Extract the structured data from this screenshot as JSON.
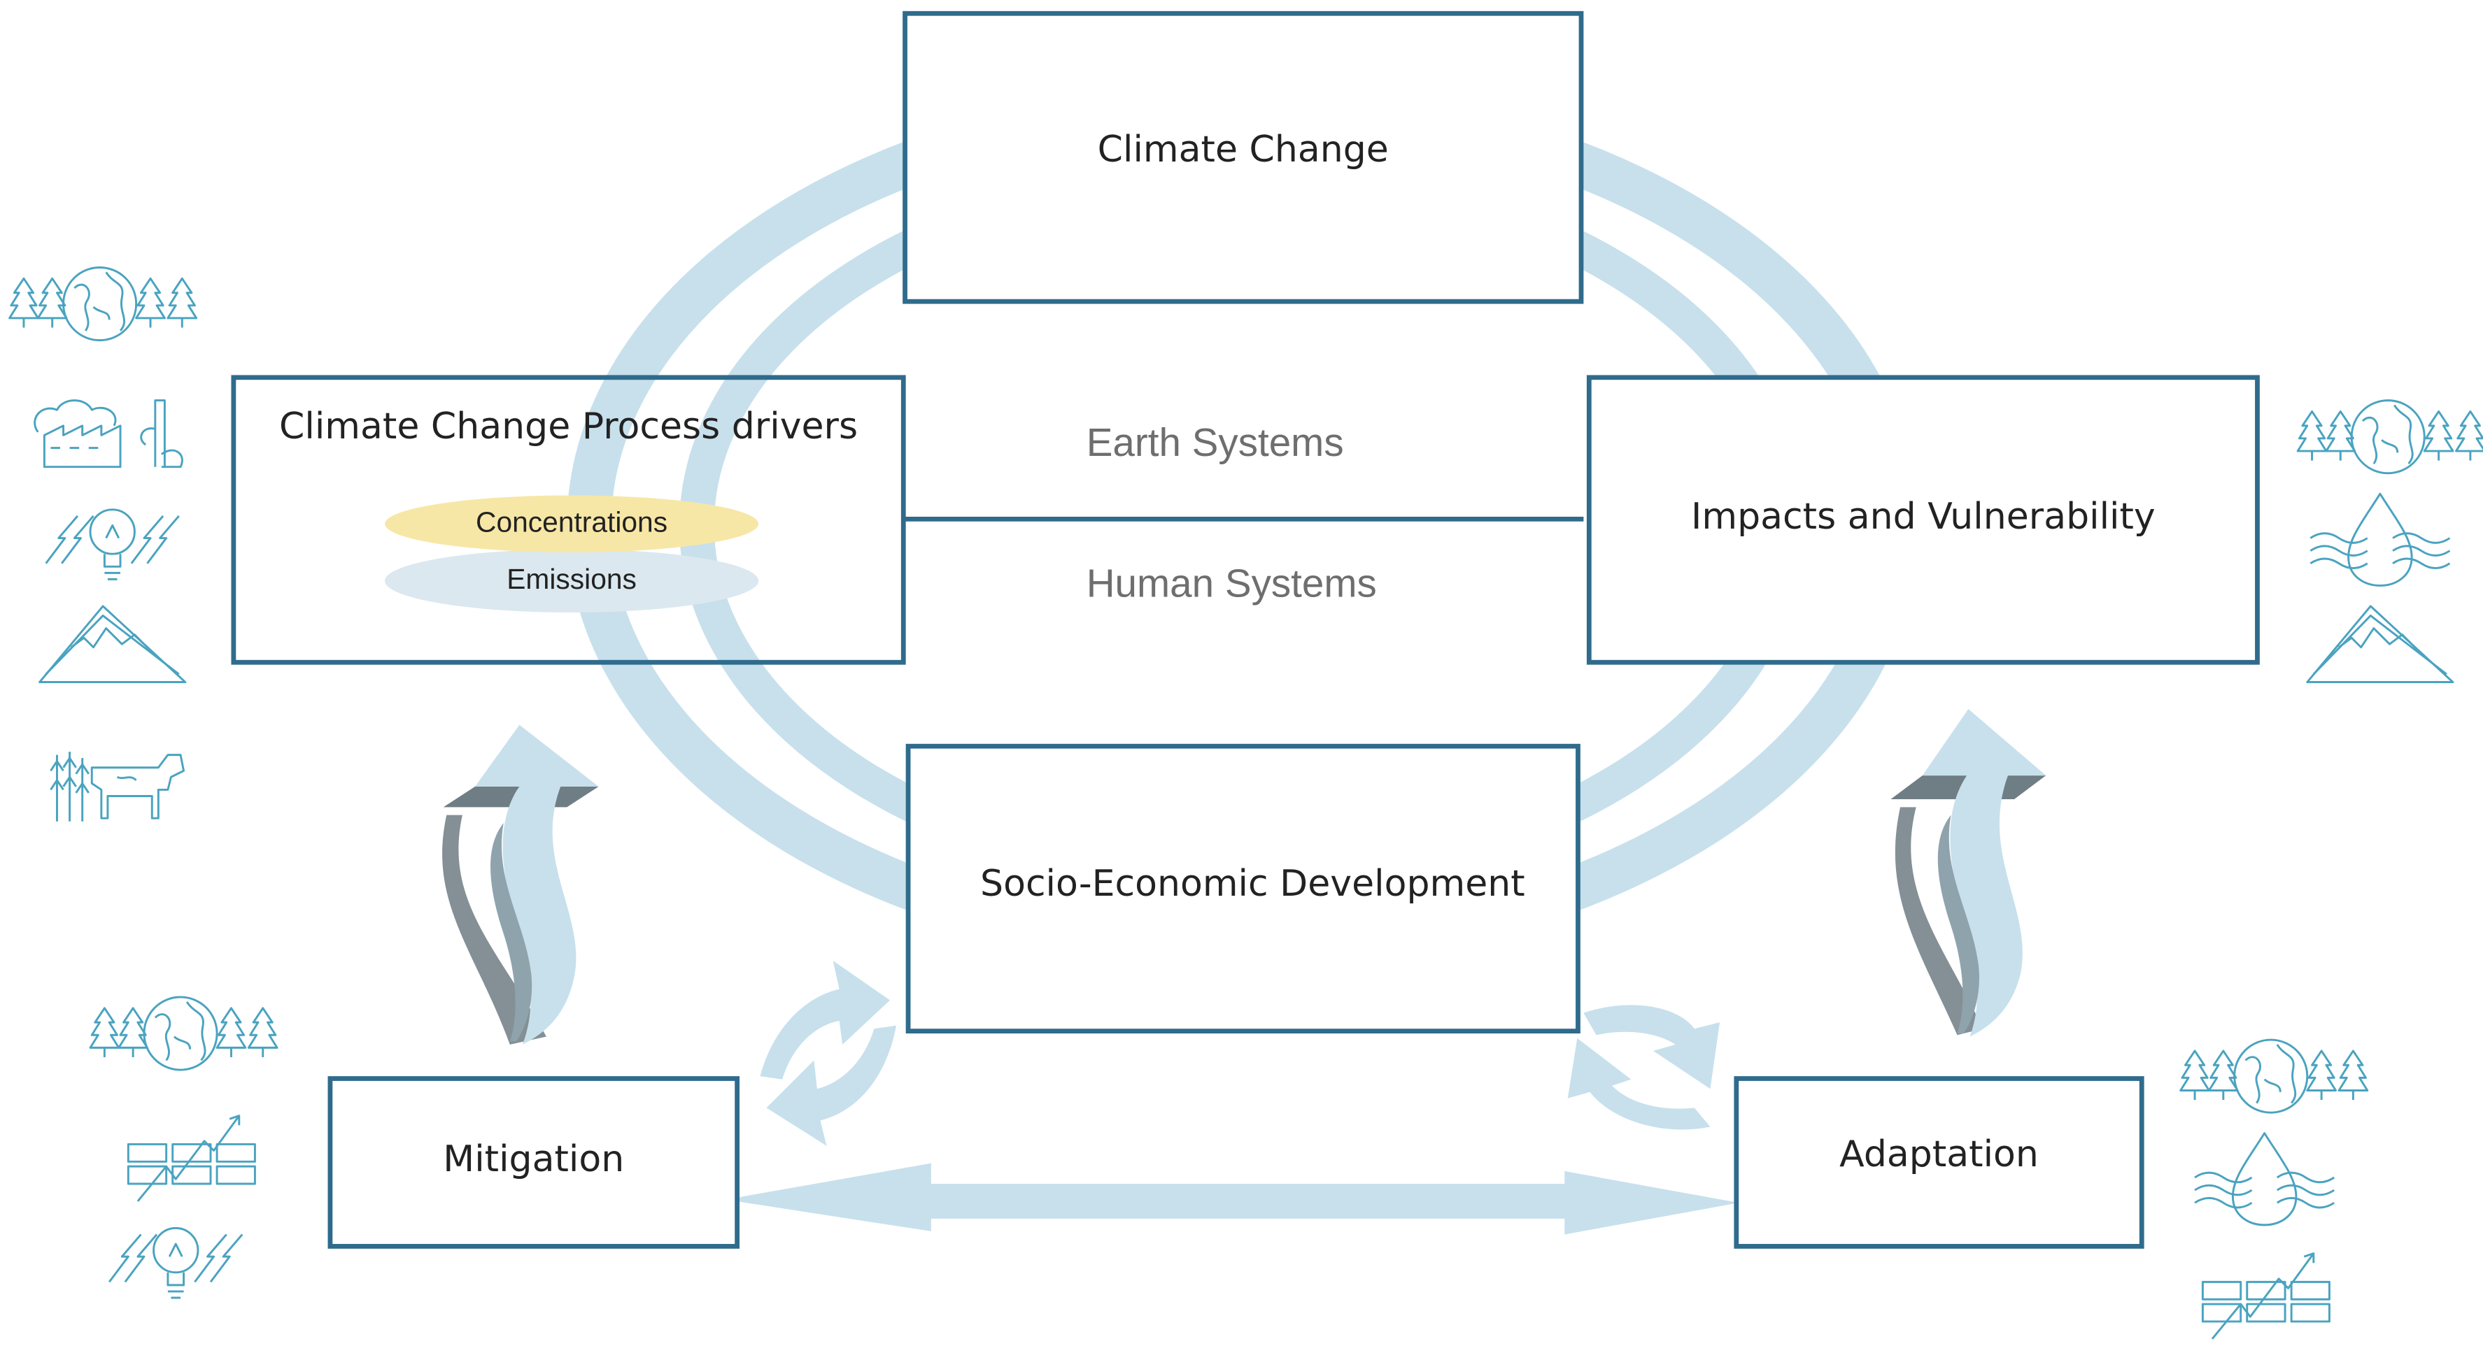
{
  "diagram": {
    "boxes": {
      "climate_change": "Climate Change",
      "process_drivers": "Climate Change Process drivers",
      "impacts": "Impacts and Vulnerability",
      "socio_economic": "Socio-Economic Development",
      "mitigation": "Mitigation",
      "adaptation": "Adaptation"
    },
    "systems": {
      "earth": "Earth Systems",
      "human": "Human Systems"
    },
    "drivers": {
      "concentrations": "Concentrations",
      "emissions": "Emissions"
    },
    "colors": {
      "box_border": "#2f6b8c",
      "flow_arrow": "#c7e0ec",
      "concentrations_fill": "#f7e7a6",
      "emissions_fill": "#dbe8ef",
      "icon_stroke": "#4aa3c0",
      "shadow": "#6f7d84"
    },
    "icon_groups": {
      "process_drivers": [
        "globe-trees-icon",
        "factory-smoke-icon",
        "lightning-bulb-icon",
        "mountain-icon",
        "crops-cow-icon"
      ],
      "impacts": [
        "globe-trees-icon",
        "water-drop-icon",
        "mountain-icon"
      ],
      "mitigation": [
        "globe-trees-icon",
        "money-chart-icon",
        "lightning-bulb-icon"
      ],
      "adaptation": [
        "globe-trees-icon",
        "water-drop-icon",
        "money-chart-icon"
      ]
    }
  }
}
